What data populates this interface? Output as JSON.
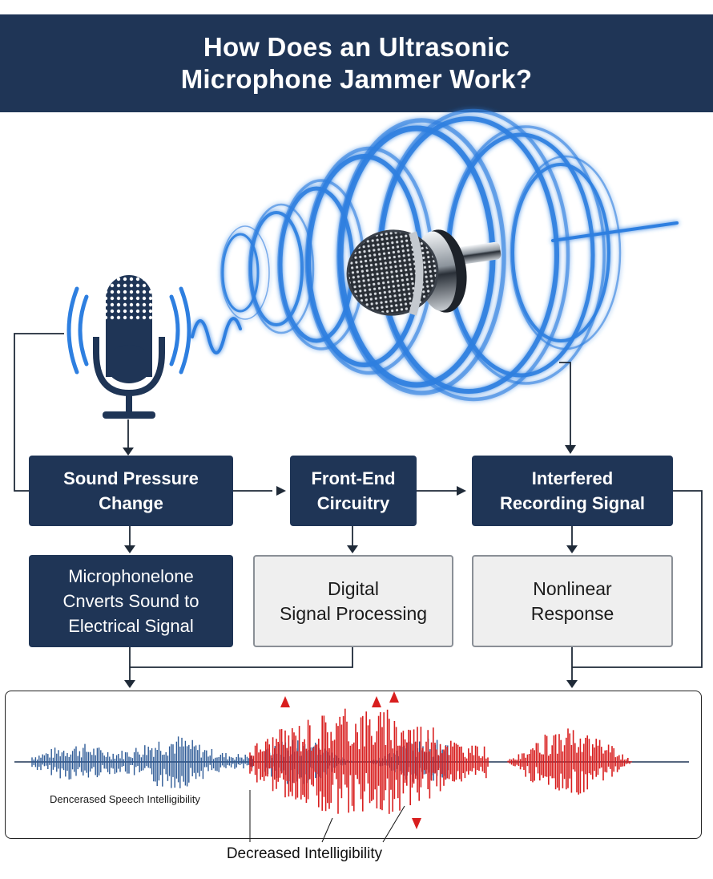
{
  "header": {
    "title_line1": "How Does an Ultrasonic",
    "title_line2": "Microphone Jammer Work?"
  },
  "boxes": {
    "sound_pressure": {
      "line1": "Sound Pressure",
      "line2": "Change"
    },
    "front_end": {
      "line1": "Front-End",
      "line2": "Circuitry"
    },
    "interfered": {
      "line1": "Interfered",
      "line2": "Recording Signal"
    },
    "converts": {
      "line1": "Microphonelone",
      "line2": "Cnverts Sound to",
      "line3": "Electrical Signal"
    },
    "dsp": {
      "line1": "Digital",
      "line2": "Signal Processing"
    },
    "nonlinear": {
      "line1": "Nonlinear",
      "line2": "Response"
    }
  },
  "waveform": {
    "caption_small": "Dencerased Speech Intelligibility",
    "caption_bottom": "Decreased Intelligibility",
    "colors": {
      "speech": "#2d5a96",
      "interference": "#d81e1e"
    }
  },
  "colors": {
    "navy": "#1f3556",
    "glow_blue": "#2e7fe0",
    "light_box": "#efefef"
  },
  "icons": [
    "microphone-icon",
    "jammer-microphone-icon",
    "ultrasonic-wave-rings"
  ]
}
